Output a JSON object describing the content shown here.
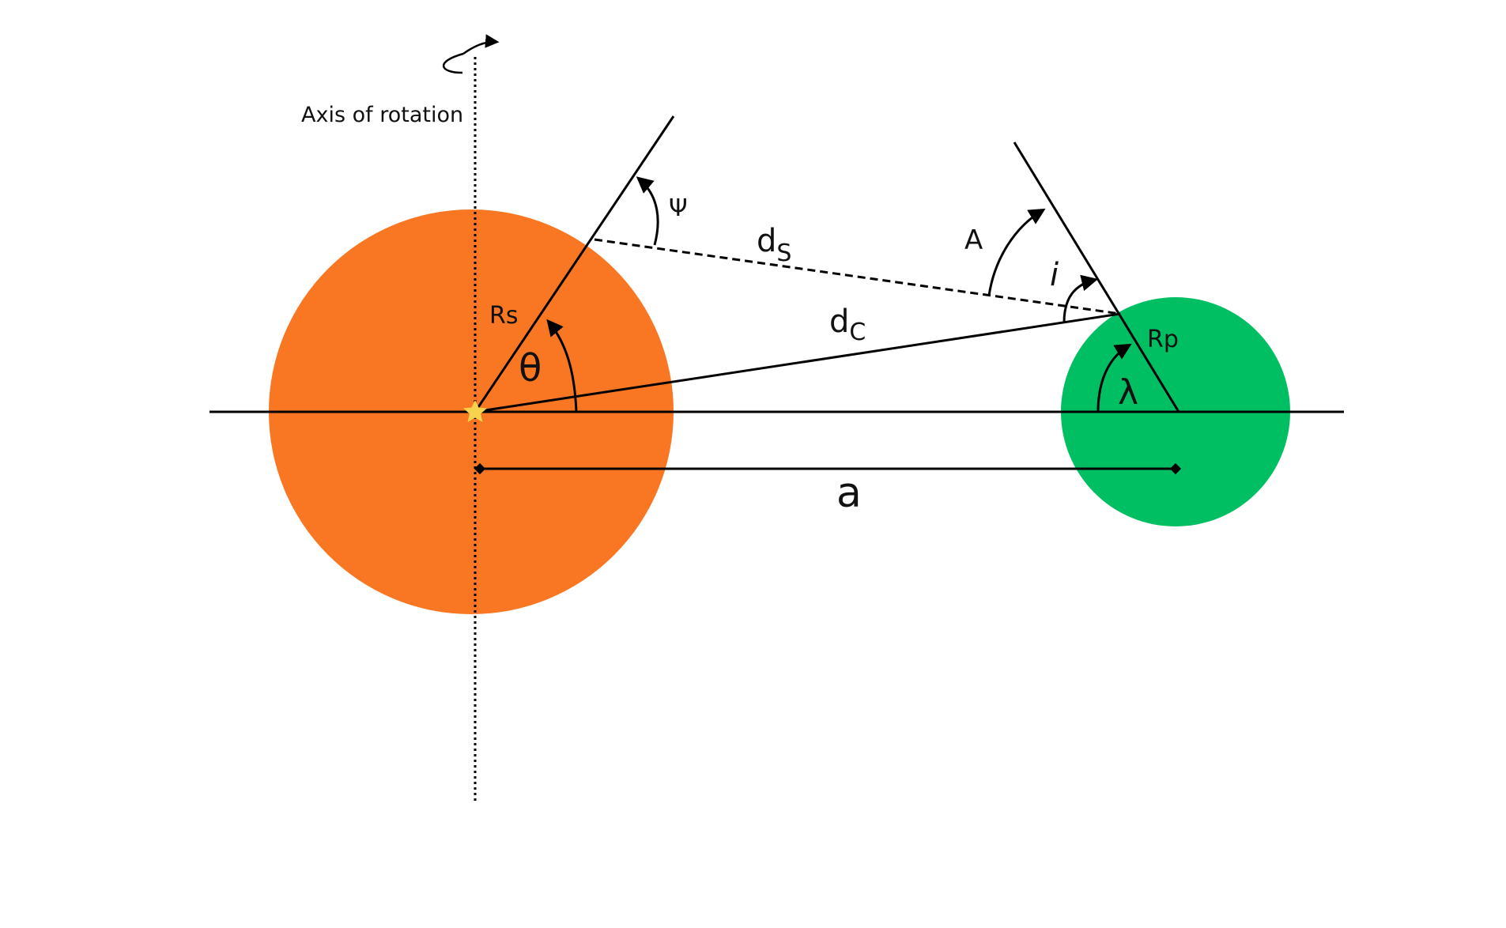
{
  "labels": {
    "axis_of_rotation": "Axis of rotation",
    "psi": "Ψ",
    "ds_main": "d",
    "ds_sub": "S",
    "a_angle": "A",
    "i_angle": "i",
    "rs": "Rs",
    "dc_main": "d",
    "dc_sub": "C",
    "rp": "Rp",
    "theta": "θ",
    "lambda": "λ",
    "separation": "a"
  },
  "colors": {
    "star_body": "#F97622",
    "planet_body": "#00BF63",
    "star_marker": "#F5D34C",
    "line": "#000000"
  }
}
